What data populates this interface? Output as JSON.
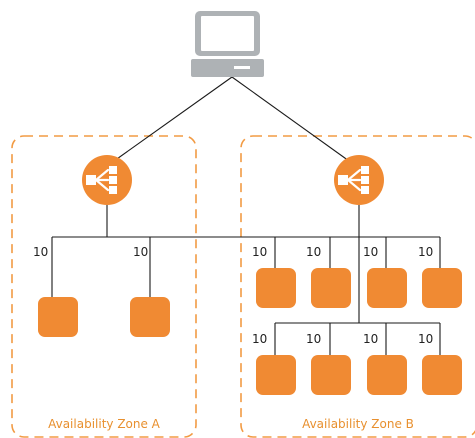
{
  "colors": {
    "accent": "#f08a33",
    "zone_border": "#f29b44",
    "line": "#1a1a1a",
    "computer": "#aeb2b5"
  },
  "icons": {
    "client": "computer-icon",
    "load_balancer": "load-balancer-icon",
    "instance": "instance-icon"
  },
  "zones": [
    {
      "label": "Availability Zone A"
    },
    {
      "label": "Availability Zone B"
    }
  ],
  "weights": {
    "zone_a": [
      "10",
      "10"
    ],
    "zone_b_row1": [
      "10",
      "10",
      "10",
      "10"
    ],
    "zone_b_row2": [
      "10",
      "10",
      "10",
      "10"
    ]
  }
}
